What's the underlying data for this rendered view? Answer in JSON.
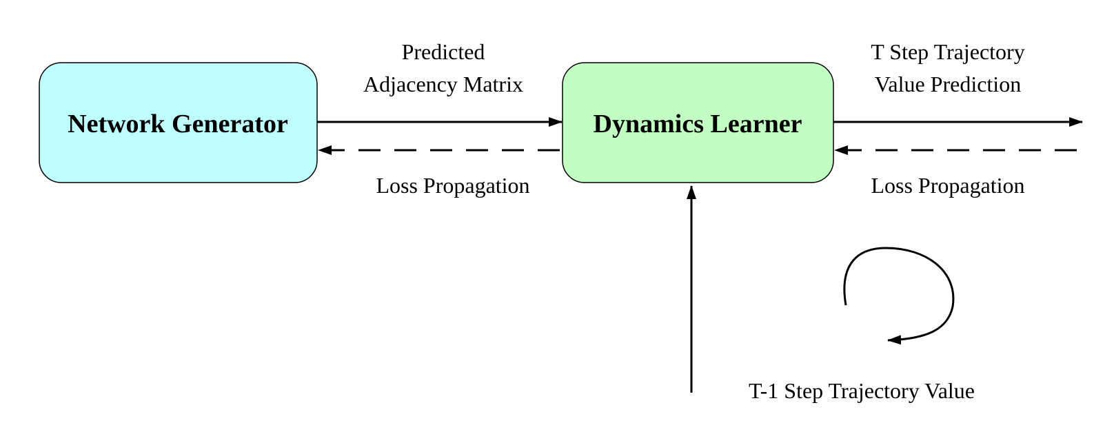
{
  "nodes": {
    "network_generator": {
      "label": "Network Generator",
      "fill": "#bfffff"
    },
    "dynamics_learner": {
      "label": "Dynamics Learner",
      "fill": "#c2ffc2"
    }
  },
  "edges": {
    "predicted_adjacency": {
      "line1": "Predicted",
      "line2": "Adjacency Matrix"
    },
    "loss_left": {
      "label": "Loss Propagation"
    },
    "t_step_prediction": {
      "line1": "T Step Trajectory",
      "line2": "Value Prediction"
    },
    "loss_right": {
      "label": "Loss Propagation"
    },
    "t1_step_input": {
      "label": "T-1 Step Trajectory Value"
    }
  }
}
